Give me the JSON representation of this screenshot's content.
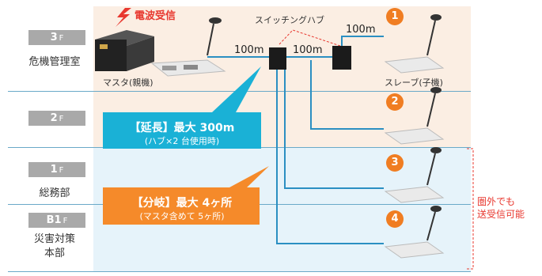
{
  "floors": [
    {
      "badge_main": "3",
      "badge_suffix": "F",
      "label": "危機管理室"
    },
    {
      "badge_main": "2",
      "badge_suffix": "F",
      "label": ""
    },
    {
      "badge_main": "1",
      "badge_suffix": "F",
      "label": "総務部"
    },
    {
      "badge_main": "B1",
      "badge_suffix": "F",
      "label": "災害対策\n本部"
    }
  ],
  "radio": {
    "label": "電波受信"
  },
  "hub_label": "スイッチングハブ",
  "segments": {
    "seg1": "100m",
    "seg2": "100m",
    "seg3": "100m"
  },
  "master_label": "マスタ(親機)",
  "slave_label": "スレーブ(子機)",
  "slave_numbers": [
    "1",
    "2",
    "3",
    "4"
  ],
  "callout_extend": {
    "title": "【延長】最大 300m",
    "sub": "(ハブ×2 台使用時)"
  },
  "callout_branch": {
    "title": "【分岐】最大 4ヶ所",
    "sub": "(マスタ含めて 5ヶ所)"
  },
  "out_of_range": {
    "line1": "圏外でも",
    "line2": "送受信可能"
  },
  "colors": {
    "accent": "#f07d22",
    "callout_blue": "#1ab1d6",
    "wire": "#2b8fc2",
    "band_peach": "#fbeee3",
    "band_blue": "#e6f3fa",
    "alert_red": "#e8382f"
  }
}
